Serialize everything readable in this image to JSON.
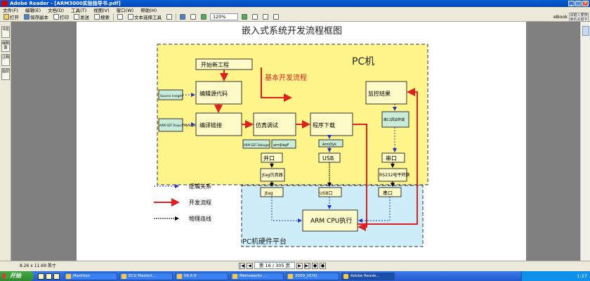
{
  "window": {
    "title": "Adobe Reader - [ARM3000实验指导书.pdf]"
  },
  "menu": [
    "文件(F)",
    "编辑(E)",
    "文档(D)",
    "工具(T)",
    "视图(V)",
    "窗口(W)",
    "帮助(H)"
  ],
  "toolbar": {
    "open": "打开",
    "save_copy": "保存副本",
    "print": "打印",
    "send": "发送",
    "search": "搜索",
    "text_select": "文本选择工具",
    "zoom": "120%",
    "ebook": "eBook",
    "help_hint": "请键入要搜索的关键字"
  },
  "left_tabs": [
    "书签",
    "缩略图",
    "注释",
    "图层"
  ],
  "diagram": {
    "title": "嵌入式系统开发流程框图",
    "pc_label": "PC机",
    "basic_flow_label": "基本开发流程",
    "boxes": {
      "new_project": "开始新工程",
      "edit_source": "编辑源代码",
      "compile_link": "编译链接",
      "simulate_debug": "仿真调试",
      "program_download": "程序下载",
      "monitor_result": "监控结果",
      "source_insight": "Source Insight",
      "arm_sdt": "ARM SDT Project Manager",
      "arm_sdt_debuger": "ARM SDT Debuger",
      "armjtagf": "armJtagF",
      "arm_dyk": "ArmDyk",
      "serial_debug": "串口调试终端",
      "parallel_port": "并口",
      "usb_pc": "USB",
      "serial_pc": "串口",
      "jtag_emulator": "Jtag仿真器",
      "rs232": "RS232电平转换",
      "jtag_board": "Jtag",
      "usb_board": "USB口",
      "serial_board": "串口",
      "arm_cpu": "ARM CPU执行"
    },
    "hw_label": "PC机硬件平台",
    "legend": {
      "logic": "逻辑关系",
      "flow": "开发流程",
      "physical": "物理连线"
    }
  },
  "status": {
    "page_size": "8.26 x 11.69 英寸",
    "page_indicator": "第 16 / 305 页"
  },
  "taskbar": {
    "start": "开始",
    "tasks": [
      "Maxthon",
      "ECU Masteri...",
      "06.6.9",
      "Metrowerks ...",
      "3000_UC02",
      "Adobe Reade..."
    ],
    "clock": "1:27"
  },
  "colors": {
    "pc_fill": "#fff58a",
    "hw_fill": "#cdeef8",
    "flow": "#e02020",
    "logic": "#2233cc",
    "box_fill": "#fffbc8",
    "small_box": "#c9ecd8"
  }
}
